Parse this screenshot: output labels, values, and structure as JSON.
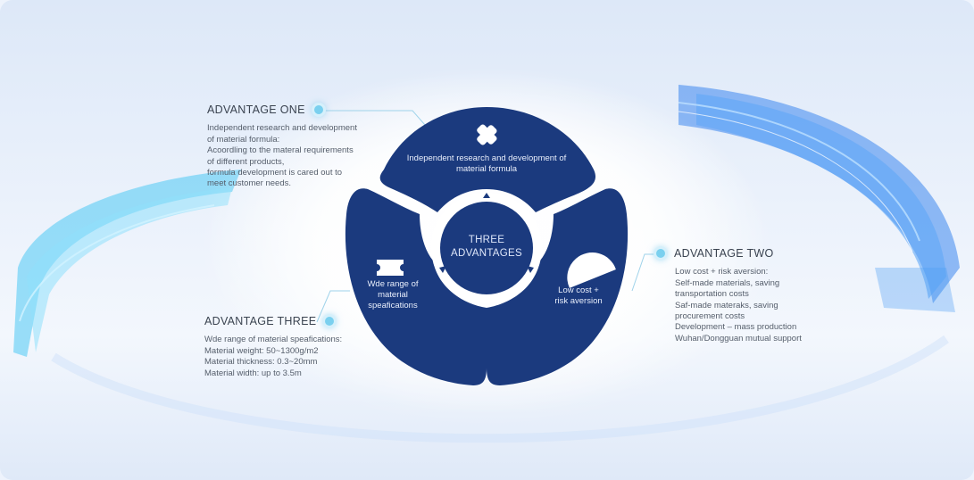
{
  "colors": {
    "navy": "#1b3a7e",
    "accent_dot": "#7ad0ef",
    "ring_blue": "#3a8ff0",
    "ring_cyan": "#4fd0f5"
  },
  "center": {
    "title_line1": "THREE",
    "title_line2": "ADVANTAGES"
  },
  "segments": {
    "top": {
      "icon": "cross-icon",
      "label_line1": "Independent research and development of",
      "label_line2": "material formula"
    },
    "right": {
      "icon": "half-circle-icon",
      "label_line1": "Low cost +",
      "label_line2": "risk aversion"
    },
    "left": {
      "icon": "ticket-icon",
      "label_line1": "Wde range of",
      "label_line2": "material",
      "label_line3": "speafications"
    }
  },
  "advantage_one": {
    "title": "ADVANTAGE ONE",
    "lines": [
      "Independent research and development",
      "of material formula:",
      "Acoordling to the materal requirements",
      "of different products,",
      "formula development is cared out to",
      "meet customer needs."
    ]
  },
  "advantage_two": {
    "title": "ADVANTAGE TWO",
    "lines": [
      "Low cost + risk aversion:",
      "Self-made materials, saving",
      "transportation costs",
      "Saf-made materaks, saving",
      "procurement costs",
      "Development – mass production",
      "Wuhan/Dongguan mutual support"
    ]
  },
  "advantage_three": {
    "title": "ADVANTAGE THREE",
    "lines": [
      "Wde range of material speafications:",
      "Material weight: 50~1300g/m2",
      "Material thickness: 0.3~20mm",
      "Material width: up to 3.5m"
    ]
  }
}
